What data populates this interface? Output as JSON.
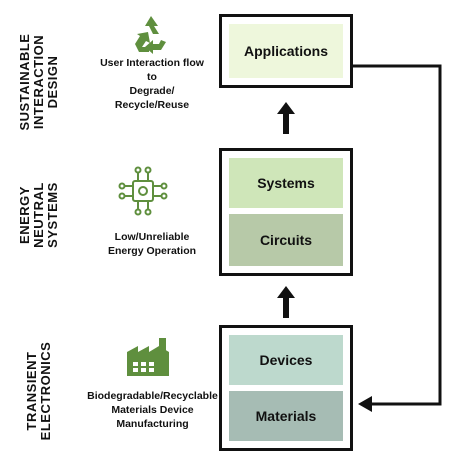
{
  "levels": {
    "top": {
      "label_lines": [
        "SUSTAINABLE",
        "INTERACTION",
        "DESIGN"
      ],
      "icon": "recycle-icon",
      "description_lines": [
        "User Interaction flow",
        "to",
        "Degrade/",
        "Recycle/Reuse"
      ],
      "blocks": [
        {
          "label": "Applications",
          "color": "#eef7dc"
        }
      ]
    },
    "middle": {
      "label_lines": [
        "ENERGY",
        "NEUTRAL",
        "SYSTEMS"
      ],
      "icon": "microchip-network-icon",
      "description_lines": [
        "Low/Unreliable",
        "Energy Operation"
      ],
      "blocks": [
        {
          "label": "Systems",
          "color": "#cfe6b9"
        },
        {
          "label": "Circuits",
          "color": "#b7c9a8"
        }
      ]
    },
    "bottom": {
      "label_lines": [
        "TRANSIENT",
        "ELECTRONICS"
      ],
      "icon": "factory-icon",
      "description_lines": [
        "Biodegradable/Recyclable",
        "Materials Device",
        "Manufacturing"
      ],
      "blocks": [
        {
          "label": "Devices",
          "color": "#bdd9cd"
        },
        {
          "label": "Materials",
          "color": "#a6bcb4"
        }
      ]
    }
  },
  "colors": {
    "icon_green": "#5f8f3e",
    "border": "#111111"
  }
}
